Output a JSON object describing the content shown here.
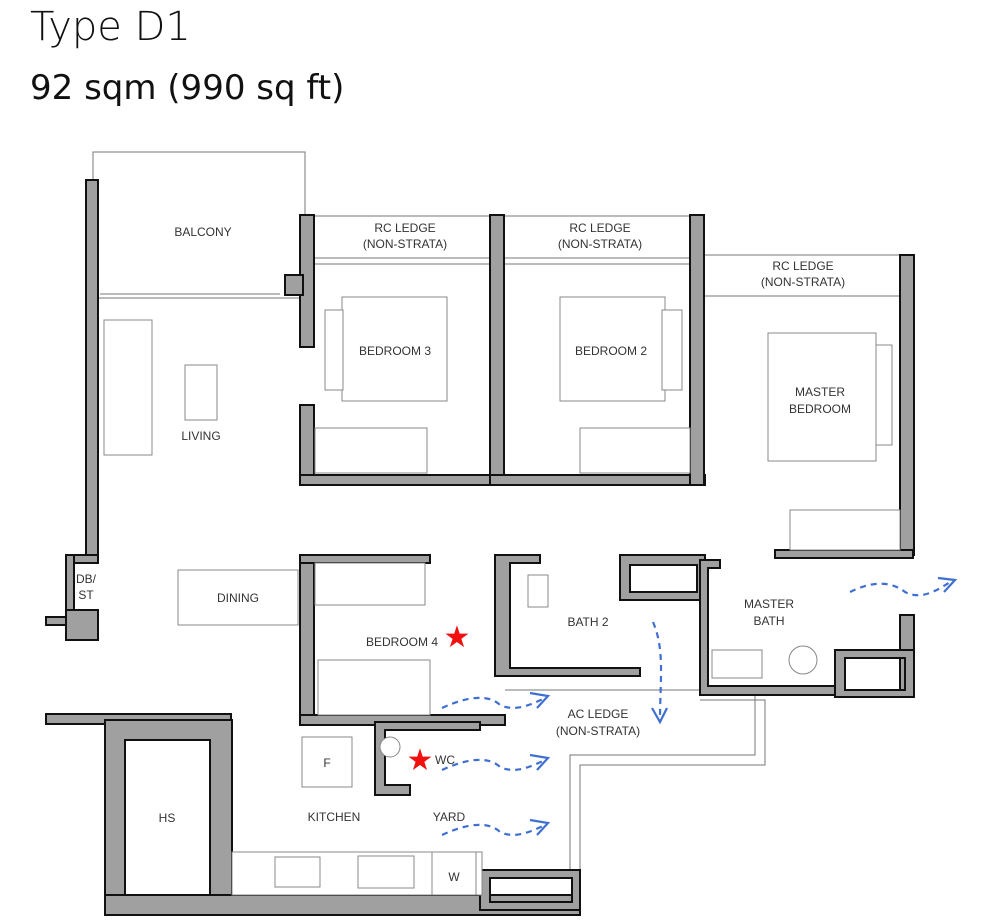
{
  "header": {
    "title": "Type D1",
    "area": "92 sqm (990 sq ft)"
  },
  "rooms": {
    "balcony": "BALCONY",
    "rc_ledge_1": [
      "RC LEDGE",
      "(NON-STRATA)"
    ],
    "rc_ledge_2": [
      "RC LEDGE",
      "(NON-STRATA)"
    ],
    "rc_ledge_3": [
      "RC LEDGE",
      "(NON-STRATA)"
    ],
    "bedroom3": "BEDROOM 3",
    "bedroom2": "BEDROOM 2",
    "master_bedroom": [
      "MASTER",
      "BEDROOM"
    ],
    "living": "LIVING",
    "dining": "DINING",
    "db_st": [
      "DB/",
      "ST"
    ],
    "bedroom4": "BEDROOM 4",
    "bath2": "BATH 2",
    "master_bath": [
      "MASTER",
      "BATH"
    ],
    "ac_ledge": [
      "AC LEDGE",
      "(NON-STRATA)"
    ],
    "wc": "WC",
    "yard": "YARD",
    "kitchen": "KITCHEN",
    "fridge": "F",
    "washer": "W",
    "hs": "HS"
  },
  "annotations": {
    "marker_icon": "red-star",
    "marker_color": "#f01010",
    "airflow_color": "#3f6fd0",
    "wall_color": "#a0a0a0"
  }
}
